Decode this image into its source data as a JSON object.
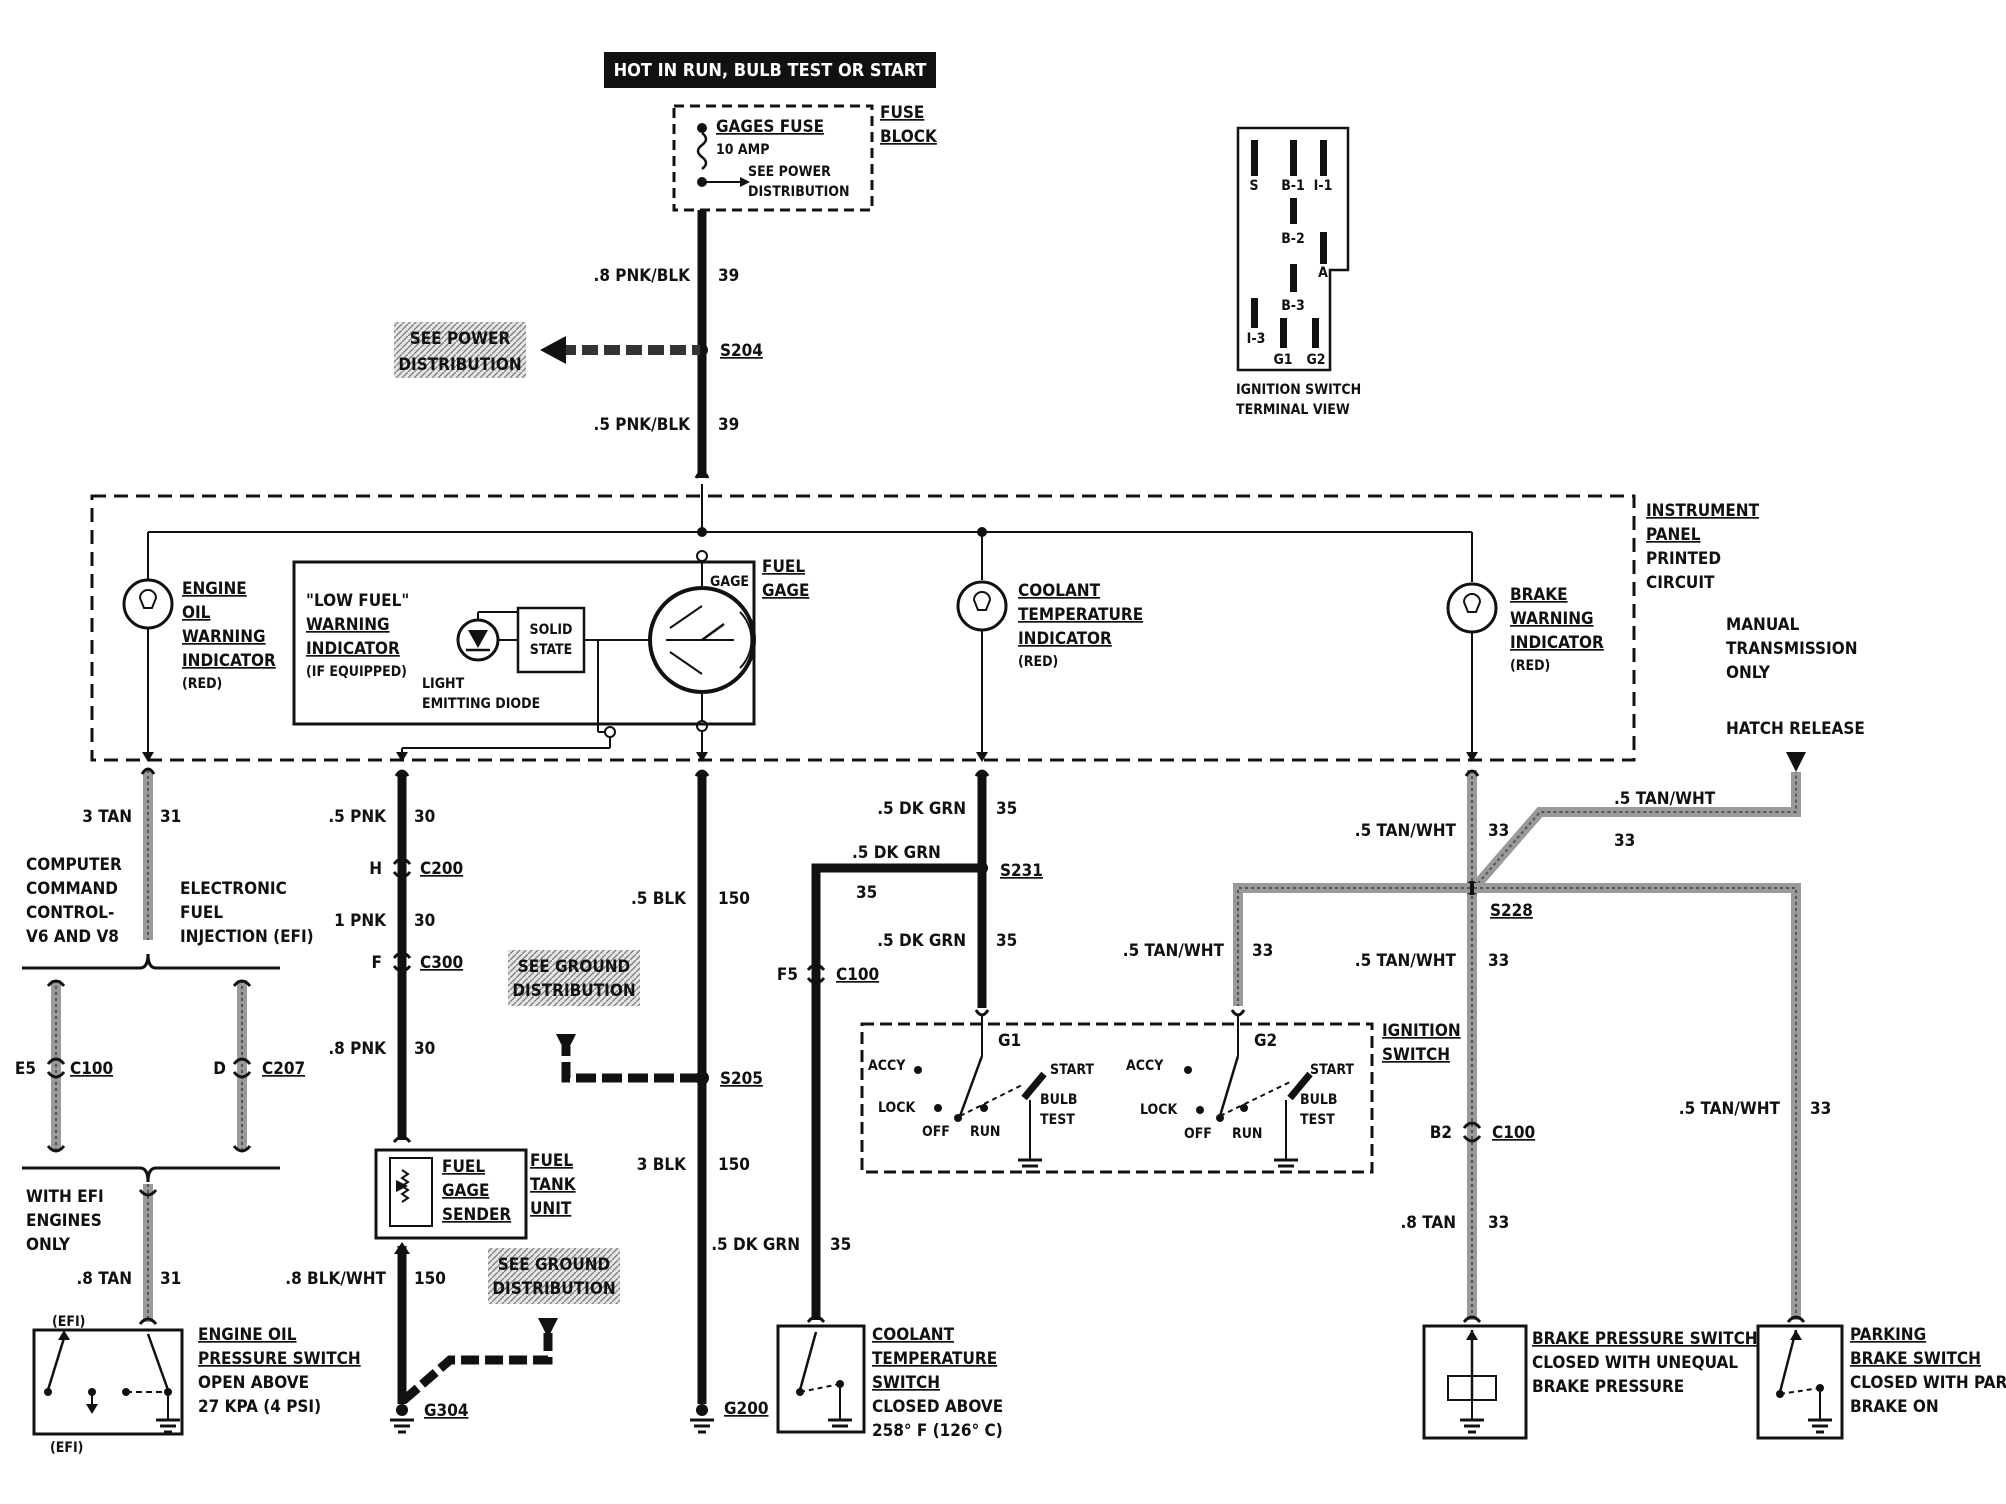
{
  "banner": "HOT IN RUN,  BULB TEST OR START",
  "fuse_block": {
    "fuse_name": "GAGES FUSE",
    "fuse_rating": "10 AMP",
    "see_power_1": "SEE POWER",
    "see_power_2": "DISTRIBUTION",
    "block_label_1": "FUSE",
    "block_label_2": "BLOCK"
  },
  "ignition_terminal_view": {
    "terminals": [
      "S",
      "B-1",
      "I-1",
      "B-2",
      "A",
      "B-3",
      "I-3",
      "G1",
      "G2"
    ],
    "caption_1": "IGNITION SWITCH",
    "caption_2": "TERMINAL VIEW"
  },
  "top_feed": {
    "wire_upper": ".8 PNK/BLK",
    "circuit_upper": "39",
    "splice": "S204",
    "wire_lower": ".5 PNK/BLK",
    "circuit_lower": "39",
    "see_power_1": "SEE POWER",
    "see_power_2": "DISTRIBUTION"
  },
  "ipc": {
    "label_1": "INSTRUMENT",
    "label_2": "PANEL",
    "label_3": "PRINTED",
    "label_4": "CIRCUIT"
  },
  "engine_oil_indicator": {
    "line1": "ENGINE",
    "line2": "OIL",
    "line3": "WARNING",
    "line4": "INDICATOR",
    "color": "(RED)"
  },
  "low_fuel": {
    "line1": "\"LOW FUEL\"",
    "line2": "WARNING",
    "line3": "INDICATOR",
    "line4": "(IF EQUIPPED)",
    "solid1": "SOLID",
    "solid2": "STATE",
    "led1": "LIGHT",
    "led2": "EMITTING DIODE",
    "gage": "GAGE",
    "fuel1": "FUEL",
    "fuel2": "GAGE"
  },
  "coolant_indicator": {
    "line1": "COOLANT",
    "line2": "TEMPERATURE",
    "line3": "INDICATOR",
    "color": "(RED)"
  },
  "brake_indicator": {
    "line1": "BRAKE",
    "line2": "WARNING",
    "line3": "INDICATOR",
    "color": "(RED)"
  },
  "manual_trans": {
    "line1": "MANUAL",
    "line2": "TRANSMISSION",
    "line3": "ONLY",
    "hatch": "HATCH RELEASE"
  },
  "oil_branch": {
    "wire1": "3 TAN",
    "circ1": "31",
    "ccc1": "COMPUTER",
    "ccc2": "COMMAND",
    "ccc3": "CONTROL-",
    "ccc4": "V6 AND V8",
    "efi1": "ELECTRONIC",
    "efi2": "FUEL",
    "efi3": "INJECTION (EFI)",
    "e5": "E5",
    "c100": "C100",
    "d": "D",
    "c207": "C207",
    "with_efi1": "WITH EFI",
    "with_efi2": "ENGINES",
    "with_efi3": "ONLY",
    "wire2": ".8 TAN",
    "circ2": "31",
    "efi_top": "(EFI)",
    "efi_bot": "(EFI)",
    "sw1": "ENGINE OIL",
    "sw2": "PRESSURE SWITCH",
    "sw3": "OPEN ABOVE",
    "sw4": "27 KPA (4 PSI)"
  },
  "fuel_branch": {
    "wire1": ".5 PNK",
    "circ1": "30",
    "h": "H",
    "c200": "C200",
    "wire2": "1 PNK",
    "circ2": "30",
    "f": "F",
    "c300": "C300",
    "wire3": ".8 PNK",
    "circ3": "30",
    "sender1": "FUEL",
    "sender2": "GAGE",
    "sender3": "SENDER",
    "tank1": "FUEL",
    "tank2": "TANK",
    "tank3": "UNIT",
    "wire4": ".8 BLK/WHT",
    "circ4": "150",
    "ground": "G304",
    "see_ground_1": "SEE GROUND",
    "see_ground_2": "DISTRIBUTION"
  },
  "blk_branch": {
    "wire1": ".5 BLK",
    "circ1": "150",
    "splice": "S205",
    "wire2": "3 BLK",
    "circ2": "150",
    "ground": "G200",
    "see_ground_1": "SEE GROUND",
    "see_ground_2": "DISTRIBUTION"
  },
  "coolant_branch": {
    "wire1": ".5 DK GRN",
    "circ1": "35",
    "wire_left": ".5 DK GRN",
    "circ_left": "35",
    "splice": "S231",
    "wire2": ".5 DK GRN",
    "circ2": "35",
    "f5": "F5",
    "c100": "C100",
    "wire3": ".5 DK GRN",
    "circ3": "35",
    "sw1": "COOLANT",
    "sw2": "TEMPERATURE",
    "sw3": "SWITCH",
    "sw4": "CLOSED ABOVE",
    "sw5": "258° F (126° C)"
  },
  "ignition_switch": {
    "label1": "IGNITION",
    "label2": "SWITCH",
    "g1": "G1",
    "g2": "G2",
    "accy": "ACCY",
    "lock": "LOCK",
    "off": "OFF",
    "run": "RUN",
    "start": "START",
    "bulb": "BULB",
    "test": "TEST"
  },
  "brake_branch": {
    "wire1": ".5 TAN/WHT",
    "circ1": "33",
    "wire_hatch": ".5 TAN/WHT",
    "circ_hatch": "33",
    "splice": "S228",
    "wire_ign": ".5 TAN/WHT",
    "circ_ign": "33",
    "wire2": ".5 TAN/WHT",
    "circ2": "33",
    "b2": "B2",
    "c100": "C100",
    "wire3": ".8 TAN",
    "circ3": "33",
    "wire_park": ".5 TAN/WHT",
    "circ_park": "33",
    "bp1": "BRAKE PRESSURE SWITCH",
    "bp2": "CLOSED WITH UNEQUAL",
    "bp3": "BRAKE PRESSURE",
    "pb1": "PARKING",
    "pb2": "BRAKE SWITCH",
    "pb3": "CLOSED WITH PARK",
    "pb4": "BRAKE ON"
  }
}
